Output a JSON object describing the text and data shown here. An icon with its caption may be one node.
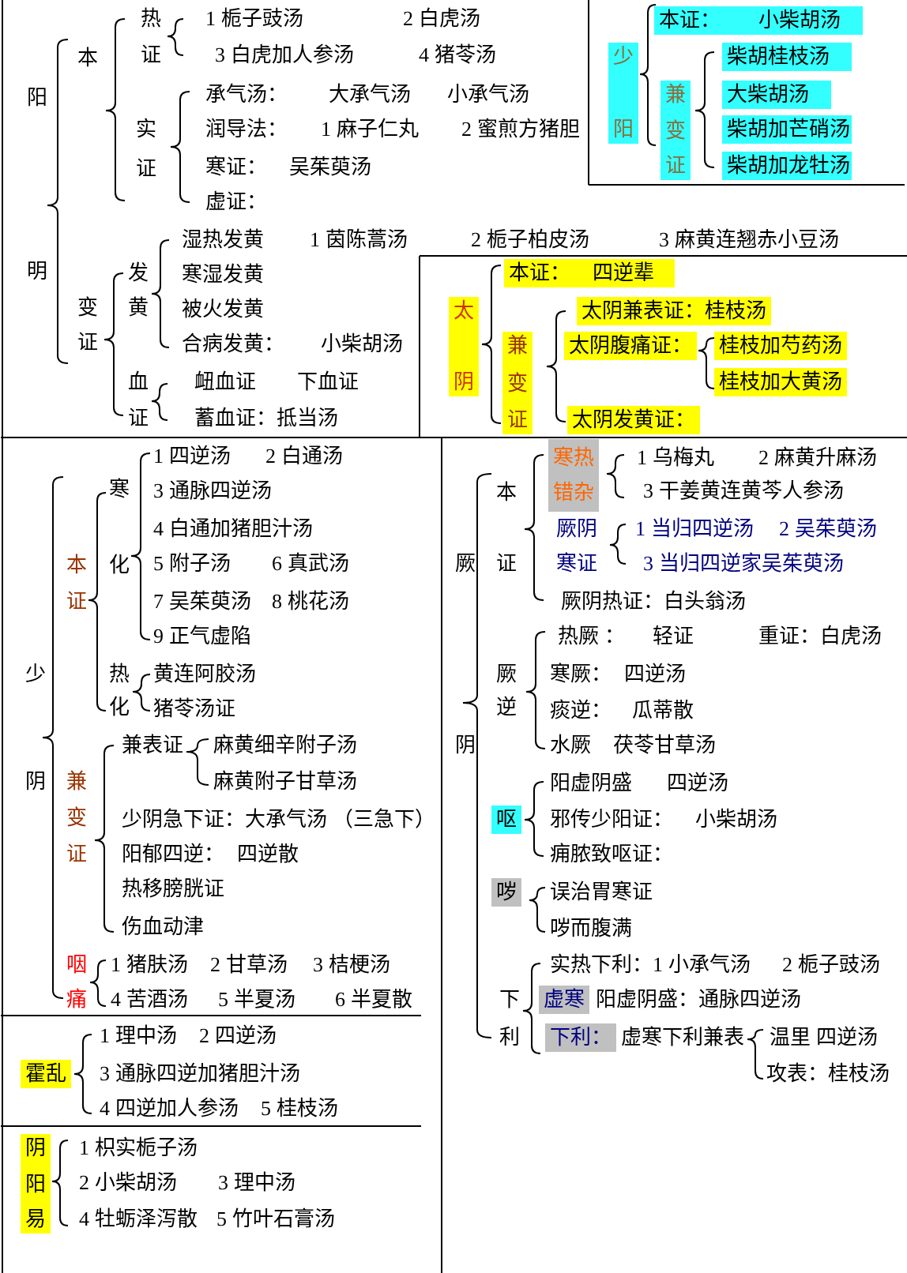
{
  "diagram": {
    "labels": [
      "阳明",
      "本",
      "热证",
      "1 栀子豉汤",
      "2 白虎汤",
      "3 白虎加人参汤",
      "4 猪苓汤",
      "实证",
      "承气汤：",
      "大承气汤",
      "小承气汤",
      "润导法：",
      "1 麻子仁丸",
      "2 蜜煎方猪胆",
      "寒证：",
      "吴茱萸汤",
      "虚证：",
      "变证",
      "发黄",
      "湿热发黄",
      "1 茵陈蒿汤",
      "2 栀子柏皮汤",
      "3 麻黄连翘赤小豆汤",
      "寒湿发黄",
      "被火发黄",
      "合病发黄：",
      "小柴胡汤",
      "血证",
      "衄血证",
      "下血证",
      "蓄血证：抵当汤",
      "少阳",
      "本证：",
      "小柴胡汤",
      "兼变证",
      "柴胡桂枝汤",
      "大柴胡汤",
      "柴胡加芒硝汤",
      "柴胡加龙牡汤",
      "本证：",
      "四逆辈",
      "太阴",
      "兼变证",
      "太阴兼表证：桂枝汤",
      "太阴腹痛证：",
      "桂枝加芍药汤",
      "桂枝加大黄汤",
      "太阴发黄证：",
      "少阴",
      "本证",
      "寒化",
      "1 四逆汤",
      "2 白通汤",
      "3 通脉四逆汤",
      "4 白通加猪胆汁汤",
      "5 附子汤",
      "6 真武汤",
      "7 吴茱萸汤",
      "8 桃花汤",
      "9 正气虚陷",
      "热化",
      "黄连阿胶汤",
      "猪苓汤证",
      "兼变证",
      "兼表证",
      "麻黄细辛附子汤",
      "麻黄附子甘草汤",
      "少阴急下证：大承气汤 （三急下）",
      "阳郁四逆：",
      "四逆散",
      "热移膀胱证",
      "伤血动津",
      "咽痛",
      "1 猪肤汤",
      "2 甘草汤",
      "3 桔梗汤",
      "4 苦酒汤",
      "5 半夏汤",
      "6 半夏散",
      "霍乱",
      "1 理中汤",
      "2 四逆汤",
      "3 通脉四逆加猪胆汁汤",
      "4 四逆加人参汤",
      "5 桂枝汤",
      "阴阳易",
      "1 枳实栀子汤",
      "2 小柴胡汤",
      "3 理中汤",
      "4 牡蛎泽泻散",
      "5 竹叶石膏汤",
      "厥阴",
      "本证",
      "寒热错杂",
      "1 乌梅丸",
      "2 麻黄升麻汤",
      "3 干姜黄连黄芩人参汤",
      "厥阴寒证",
      "1 当归四逆汤",
      "2 吴茱萸汤",
      "3 当归四逆家吴茱萸汤",
      "厥阴热证：白头翁汤",
      "厥逆",
      "热厥 ：",
      "轻证",
      "重证：白虎汤",
      "寒厥：",
      "四逆汤",
      "痰逆：",
      "瓜蒂散",
      "水厥",
      "茯苓甘草汤",
      "呕",
      "阳虚阴盛",
      "四逆汤",
      "邪传少阳证：",
      "小柴胡汤",
      "痈脓致呕证：",
      "哕",
      "误治胃寒证",
      "哕而腹满",
      "下利",
      "实热下利：1 小承气汤",
      "2 栀子豉汤",
      "虚寒",
      "阳虚阴盛：通脉四逆汤",
      "下利：",
      "虚寒下利兼表",
      "温里 四逆汤",
      "攻表：桂枝汤"
    ]
  }
}
